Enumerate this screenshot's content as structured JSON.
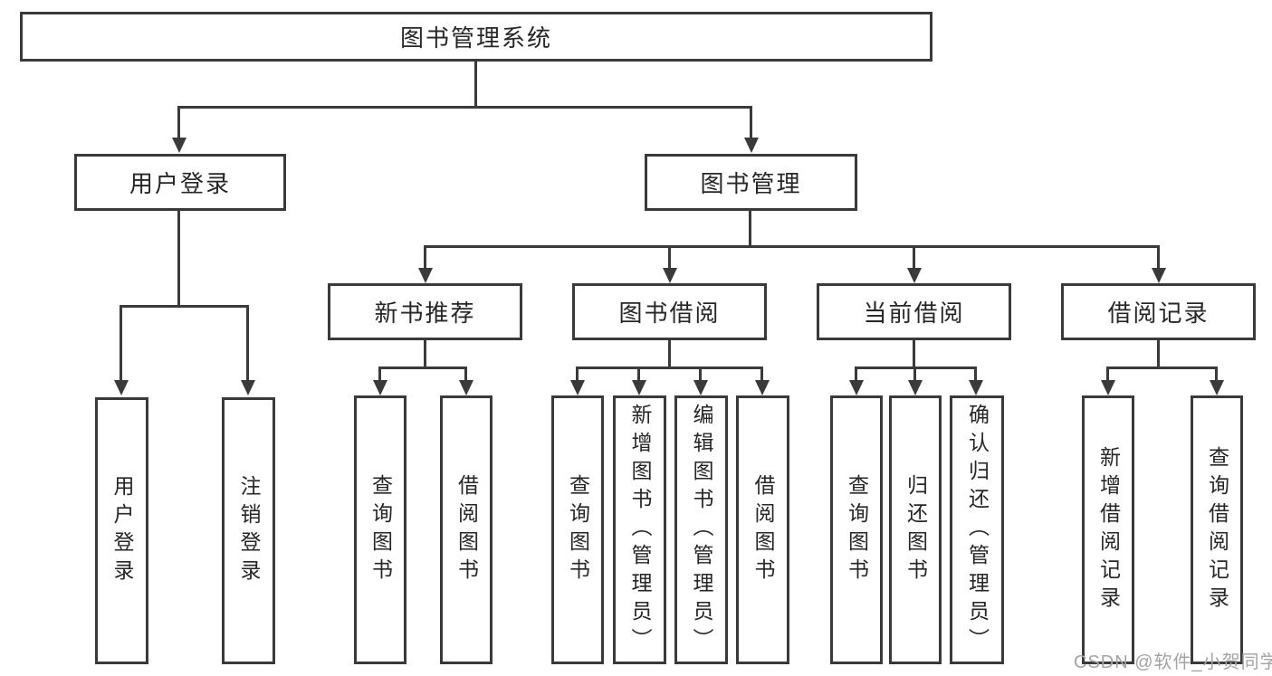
{
  "diagram": {
    "root_label": "图书管理系统",
    "branches": {
      "user": {
        "label": "用户登录",
        "leaves": [
          "用户登录",
          "注销登录"
        ]
      },
      "mgmt": {
        "label": "图书管理",
        "groups": [
          {
            "label": "新书推荐",
            "leaves": [
              "查询图书",
              "借阅图书"
            ]
          },
          {
            "label": "图书借阅",
            "leaves": [
              "查询图书",
              "新增图书（管理员）",
              "编辑图书（管理员）",
              "借阅图书"
            ]
          },
          {
            "label": "当前借阅",
            "leaves": [
              "查询图书",
              "归还图书",
              "确认归还（管理员）"
            ]
          },
          {
            "label": "借阅记录",
            "leaves": [
              "新增借阅记录",
              "查询借阅记录"
            ]
          }
        ]
      }
    },
    "watermark": "CSDN @软件_小贺同学",
    "colors": {
      "line": "#3a3a3a",
      "text": "#262626",
      "watermark": "#a3a3a3",
      "background": "#ffffff"
    }
  }
}
